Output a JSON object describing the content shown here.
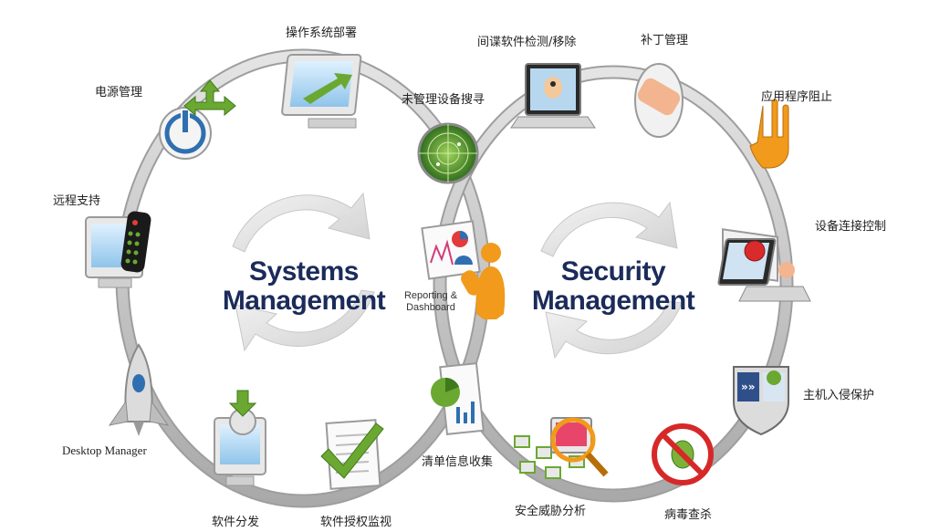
{
  "left_title": {
    "line1": "Systems",
    "line2": "Management"
  },
  "right_title": {
    "line1": "Security",
    "line2": "Management"
  },
  "center_label": {
    "line1": "Reporting &",
    "line2": "Dashboard"
  },
  "items": {
    "os_deploy": "操作系统部署",
    "power_management": "电源管理",
    "remote_support": "远程支持",
    "desktop_manager": "Desktop Manager",
    "software_distribution": "软件分发",
    "software_license_monitoring": "软件授权监视",
    "inventory_collection": "清单信息收集",
    "unmanaged_device_search": "未管理设备搜寻",
    "spyware_detection_removal": "间谍软件检测/移除",
    "patch_management": "补丁管理",
    "application_blocking": "应用程序阻止",
    "device_connection_control": "设备连接控制",
    "host_intrusion_protection": "主机入侵保护",
    "antivirus": "病毒查杀",
    "security_threat_analysis": "安全威胁分析"
  },
  "colors": {
    "ring": "#cfcfcf",
    "title": "#1b2b5a",
    "accent_green": "#6aa832",
    "accent_orange": "#f19a1b",
    "accent_blue": "#2f6fb0"
  }
}
